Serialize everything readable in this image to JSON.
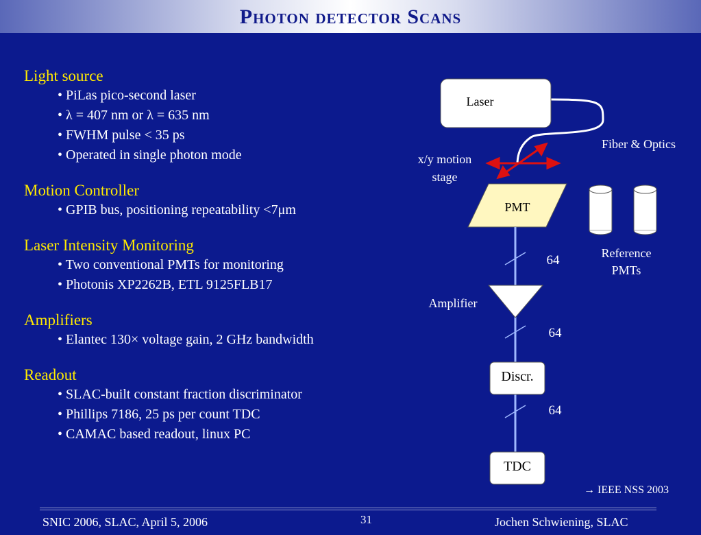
{
  "header": {
    "title": "Photon detector Scans"
  },
  "sections": [
    {
      "heading": "Light source",
      "bullets": [
        "• PiLas pico-second laser",
        "• λ = 407 nm or λ = 635 nm",
        "• FWHM pulse < 35 ps",
        "• Operated in single photon mode"
      ]
    },
    {
      "heading": "Motion Controller",
      "bullets": [
        "• GPIB bus, positioning repeatability <7μm"
      ]
    },
    {
      "heading": "Laser Intensity Monitoring",
      "bullets": [
        "• Two conventional PMTs for monitoring",
        "• Photonis XP2262B, ETL 9125FLB17"
      ]
    },
    {
      "heading": "Amplifiers",
      "bullets": [
        "• Elantec 130× voltage gain, 2 GHz bandwidth"
      ]
    },
    {
      "heading": "Readout",
      "bullets": [
        "• SLAC-built constant fraction discriminator",
        "• Phillips 7186, 25 ps per count TDC",
        "• CAMAC based readout, linux PC"
      ]
    }
  ],
  "diagram": {
    "laser": "Laser",
    "fiber": "Fiber & Optics",
    "xy_line1": "x/y motion",
    "xy_line2": "stage",
    "pmt": "PMT",
    "ref_line1": "Reference",
    "ref_line2": "PMTs",
    "ch1": "64",
    "ch2": "64",
    "ch3": "64",
    "amplifier": "Amplifier",
    "discr": "Discr.",
    "tdc": "TDC"
  },
  "reference": "→ IEEE NSS 2003",
  "footer": {
    "left": "SNIC 2006, SLAC, April 5, 2006",
    "page": "31",
    "right": "Jochen Schwiening, SLAC"
  },
  "colors": {
    "background": "#0c1a8e",
    "heading": "#ffea00",
    "arrow": "#dd1111",
    "pmt_fill": "#fff7c0"
  }
}
